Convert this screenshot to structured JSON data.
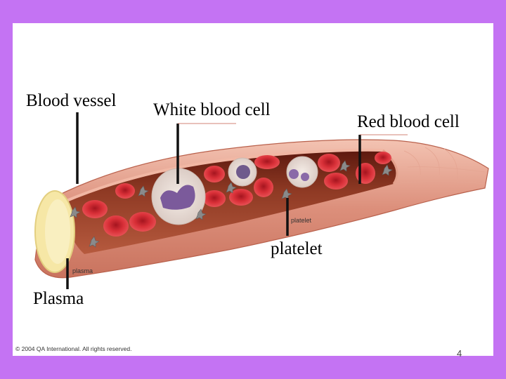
{
  "labels": {
    "blood_vessel": "Blood vessel",
    "white_blood_cell": "White blood cell",
    "red_blood_cell": "Red blood cell",
    "platelet": "platelet",
    "plasma": "Plasma"
  },
  "illustration_tags": {
    "platelet": "platelet",
    "plasma": "plasma"
  },
  "copyright": "© 2004 QA International. All rights reserved.",
  "page_number": "4",
  "colors": {
    "background": "#c473f3",
    "slide": "#ffffff",
    "vessel_wall": "#d98f7d",
    "vessel_inner": "#7a2a1c",
    "red_cell": "#d62a35",
    "plasma": "#f6e7a6"
  }
}
